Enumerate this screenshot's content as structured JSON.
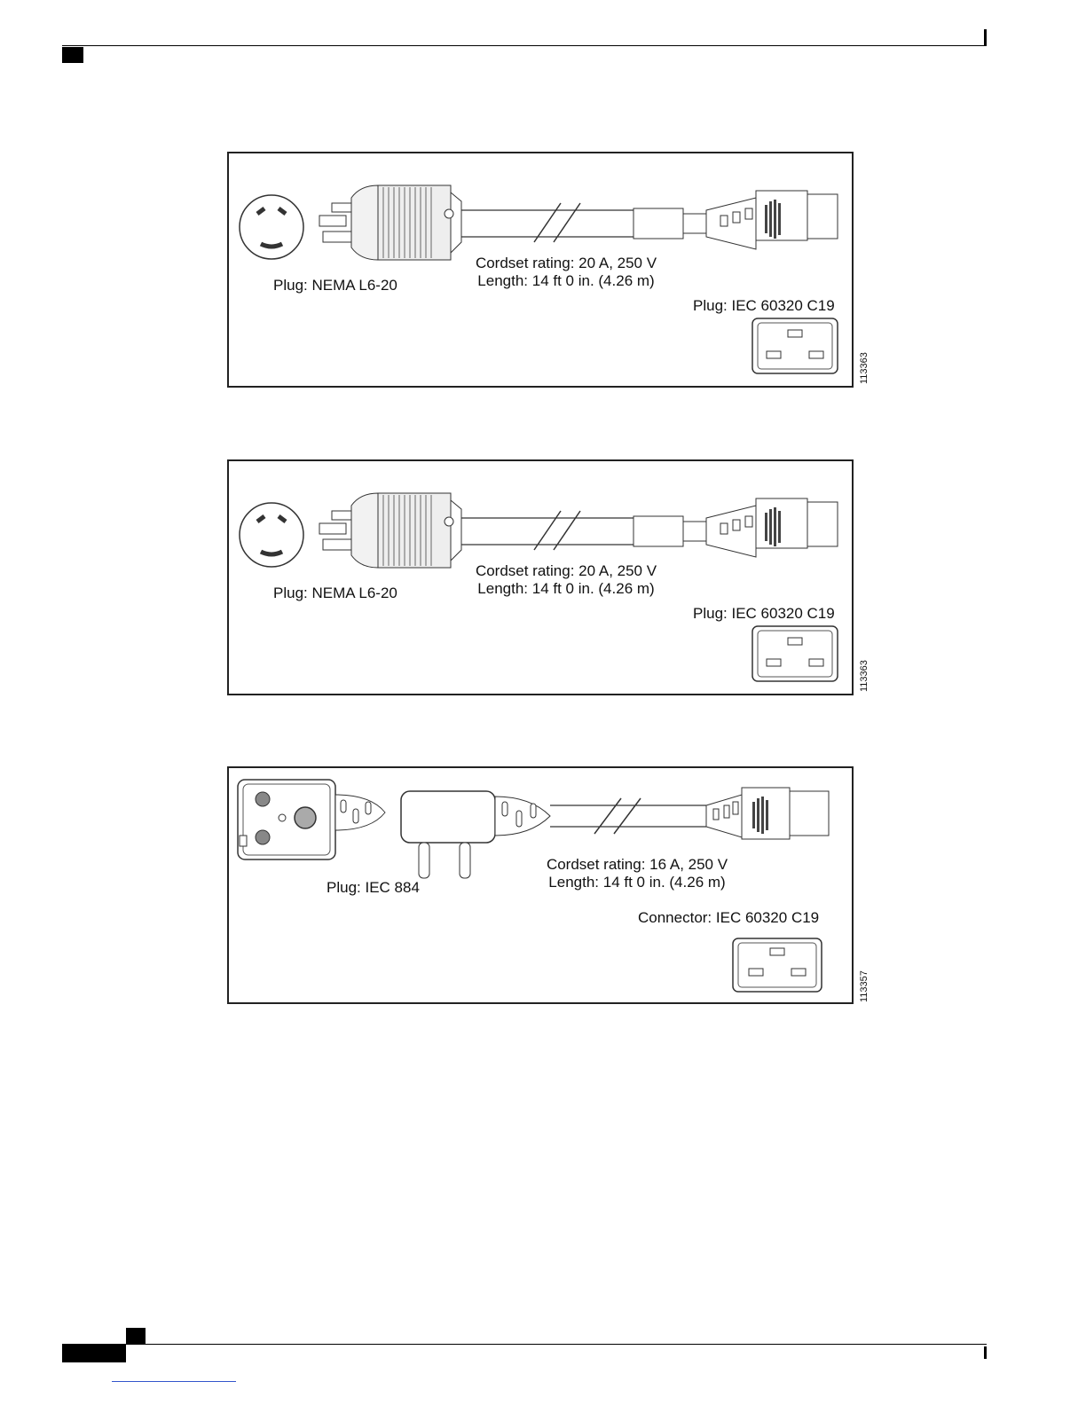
{
  "figures": [
    {
      "left_plug_label": "Plug: NEMA L6-20",
      "rating_line1": "Cordset rating: 20 A, 250 V",
      "rating_line2": "Length: 14 ft 0 in. (4.26 m)",
      "right_plug_label": "Plug: IEC 60320 C19",
      "figure_id": "113363"
    },
    {
      "left_plug_label": "Plug: NEMA L6-20",
      "rating_line1": "Cordset rating: 20 A, 250 V",
      "rating_line2": "Length: 14 ft 0 in. (4.26 m)",
      "right_plug_label": "Plug: IEC 60320 C19",
      "figure_id": "113363"
    },
    {
      "left_plug_label": "Plug: IEC 884",
      "rating_line1": "Cordset rating: 16 A, 250 V",
      "rating_line2": "Length: 14 ft 0 in. (4.26 m)",
      "right_plug_label": "Connector: IEC 60320 C19",
      "figure_id": "113357"
    }
  ]
}
